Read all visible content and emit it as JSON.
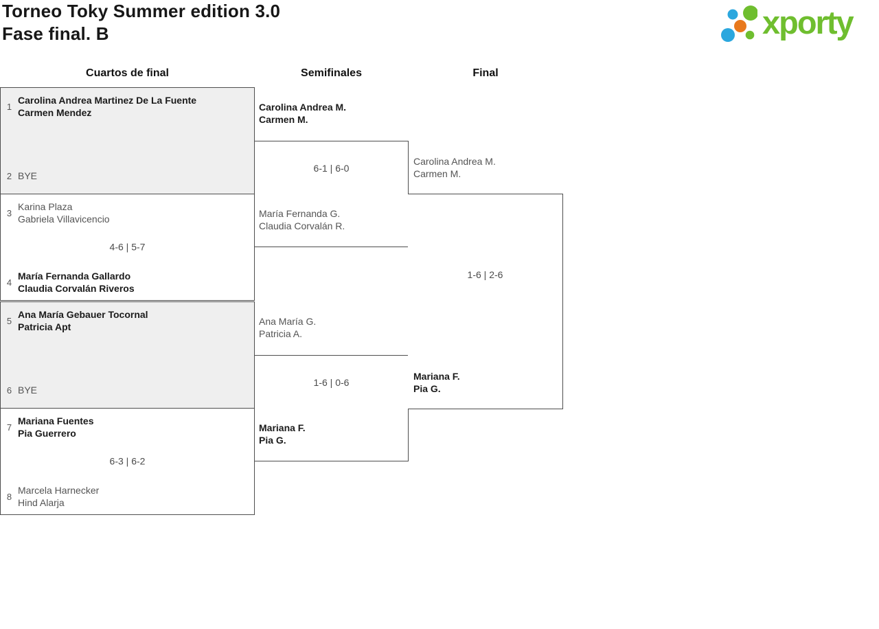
{
  "header": {
    "title_line1": "Torneo Toky Summer edition 3.0",
    "title_line2": "Fase final. B"
  },
  "logo": {
    "text": "xporty",
    "colors": {
      "green": "#6fbe2f",
      "blue": "#2ba7de",
      "orange": "#e8791d"
    }
  },
  "columns": {
    "quarterfinals": "Cuartos de final",
    "semifinals": "Semifinales",
    "final": "Final"
  },
  "quarterfinals": [
    {
      "highlight": true,
      "score": "",
      "team1": {
        "seed": "1",
        "players": [
          "Carolina Andrea Martinez De La Fuente",
          "Carmen Mendez"
        ],
        "winner": true
      },
      "team2": {
        "seed": "2",
        "players": [
          "BYE"
        ],
        "winner": false
      }
    },
    {
      "highlight": false,
      "score": "4-6 | 5-7",
      "team1": {
        "seed": "3",
        "players": [
          "Karina Plaza",
          "Gabriela Villavicencio"
        ],
        "winner": false
      },
      "team2": {
        "seed": "4",
        "players": [
          "María Fernanda Gallardo",
          "Claudia Corvalán Riveros"
        ],
        "winner": true
      }
    },
    {
      "highlight": true,
      "score": "",
      "team1": {
        "seed": "5",
        "players": [
          "Ana María Gebauer Tocornal",
          "Patricia Apt"
        ],
        "winner": true
      },
      "team2": {
        "seed": "6",
        "players": [
          "BYE"
        ],
        "winner": false
      }
    },
    {
      "highlight": false,
      "score": "6-3 | 6-2",
      "team1": {
        "seed": "7",
        "players": [
          "Mariana Fuentes",
          "Pia Guerrero"
        ],
        "winner": true
      },
      "team2": {
        "seed": "8",
        "players": [
          "Marcela Harnecker",
          "Hind Alarja"
        ],
        "winner": false
      }
    }
  ],
  "semifinals": [
    {
      "score": "6-1 | 6-0",
      "team1": {
        "players": [
          "Carolina Andrea M.",
          "Carmen M."
        ],
        "winner": true
      },
      "team2": {
        "players": [
          "María Fernanda G.",
          "Claudia Corvalán R."
        ],
        "winner": false
      }
    },
    {
      "score": "1-6 | 0-6",
      "team1": {
        "players": [
          "Ana María G.",
          "Patricia A."
        ],
        "winner": false
      },
      "team2": {
        "players": [
          "Mariana F.",
          "Pia G."
        ],
        "winner": true
      }
    }
  ],
  "final": {
    "score": "1-6 | 2-6",
    "team1": {
      "players": [
        "Carolina Andrea M.",
        "Carmen M."
      ],
      "winner": false
    },
    "team2": {
      "players": [
        "Mariana F.",
        "Pia G."
      ],
      "winner": true
    }
  }
}
